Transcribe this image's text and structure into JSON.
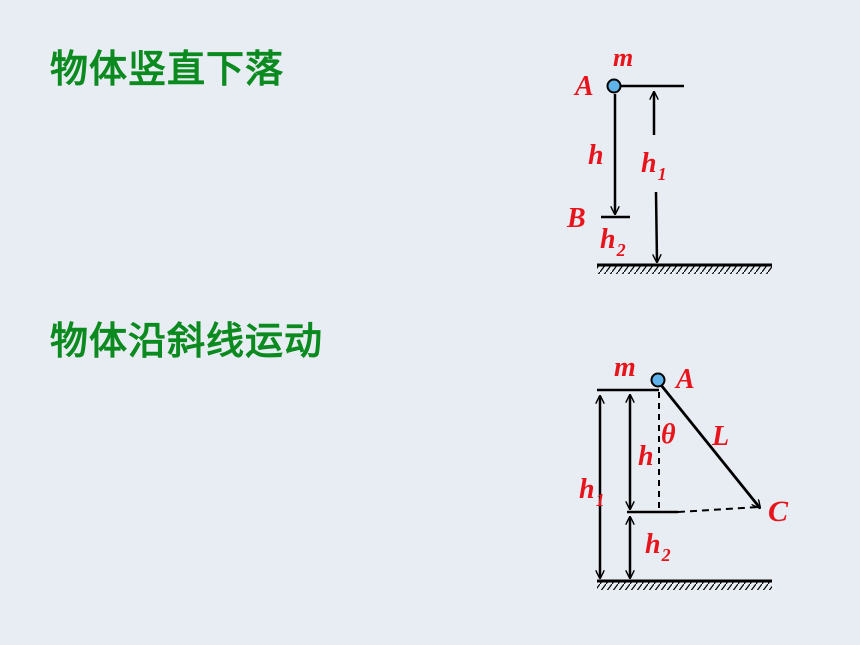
{
  "headings": {
    "vertical_fall": "物体竖直下落",
    "incline_motion": "物体沿斜线运动"
  },
  "diagram1": {
    "mass": "m",
    "point_a": "A",
    "point_b": "B",
    "height_h": "h",
    "h1_base": "h",
    "h1_sub": "1",
    "h2_base": "h",
    "h2_sub": "2"
  },
  "diagram2": {
    "mass": "m",
    "point_a": "A",
    "point_c": "C",
    "length_l": "L",
    "angle": "θ",
    "height_h": "h",
    "h1_base": "h",
    "h1_sub": "1",
    "h2_base": "h",
    "h2_sub": "2"
  },
  "colors": {
    "heading": "#0b8a1f",
    "label": "#e8141c",
    "ball": "#5fb3ea",
    "line": "#000000"
  }
}
